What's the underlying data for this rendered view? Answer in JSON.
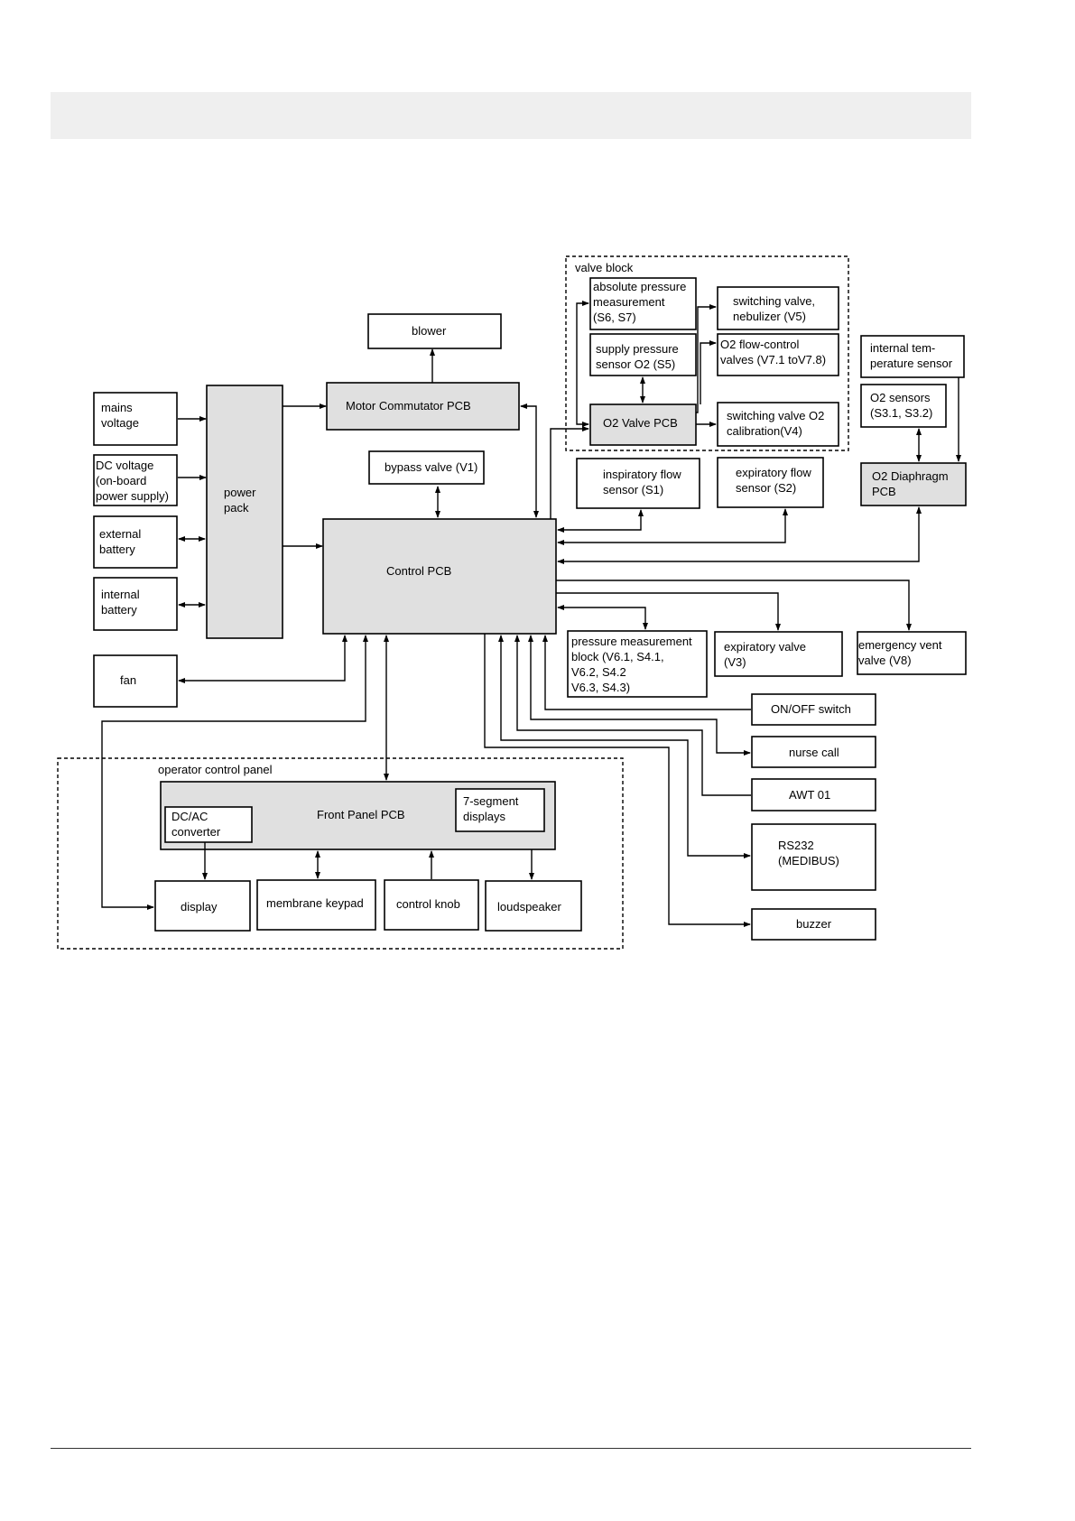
{
  "diagram": {
    "blocks": {
      "valve_block": "valve block",
      "operator_panel": "operator control panel",
      "blower": "blower",
      "motor_pcb": "Motor Commutator PCB",
      "mains": [
        "mains",
        "voltage"
      ],
      "dc_voltage": [
        "DC voltage",
        "(on-board",
        "power supply)"
      ],
      "ext_battery": [
        "external",
        "battery"
      ],
      "int_battery": [
        "internal",
        "battery"
      ],
      "power_pack": [
        "power",
        "pack"
      ],
      "bypass_valve": "bypass valve (V1)",
      "control_pcb": "Control PCB",
      "fan": "fan",
      "abs_pressure": [
        "absolute pressure",
        "measurement",
        "(S6, S7)"
      ],
      "supply_pressure": [
        "supply pressure",
        "sensor O2 (S5)"
      ],
      "o2_valve_pcb": "O2 Valve PCB",
      "switching_valve_neb": [
        "switching valve,",
        "nebulizer (V5)"
      ],
      "o2_flow_control": [
        "O2 flow-control",
        "valves (V7.1 toV7.8)"
      ],
      "switching_valve_cal": [
        "switching valve O2",
        "calibration(V4)"
      ],
      "internal_temp": [
        "internal tem-",
        "perature sensor"
      ],
      "o2_sensors": [
        "O2 sensors",
        "(S3.1, S3.2)"
      ],
      "o2_diaphragm": [
        "O2 Diaphragm",
        "PCB"
      ],
      "insp_flow": [
        "inspiratory flow",
        "sensor (S1)"
      ],
      "exp_flow": [
        "expiratory flow",
        "sensor (S2)"
      ],
      "pressure_block": [
        "pressure measurement",
        "block (V6.1, S4.1,",
        "V6.2, S4.2",
        "V6.3, S4.3)"
      ],
      "exp_valve": [
        "expiratory valve",
        "(V3)"
      ],
      "emergency_vent": [
        "emergency vent",
        "valve (V8)"
      ],
      "onoff": "ON/OFF switch",
      "nurse_call": "nurse call",
      "awt": "AWT 01",
      "rs232": [
        "RS232",
        "(MEDIBUS)"
      ],
      "buzzer": "buzzer",
      "front_panel_pcb": "Front Panel PCB",
      "dcac": [
        "DC/AC",
        "converter"
      ],
      "seven_segment": [
        "7-segment",
        "displays"
      ],
      "display": "display",
      "membrane_keypad": "membrane keypad",
      "control_knob": "control knob",
      "loudspeaker": "loudspeaker"
    }
  }
}
